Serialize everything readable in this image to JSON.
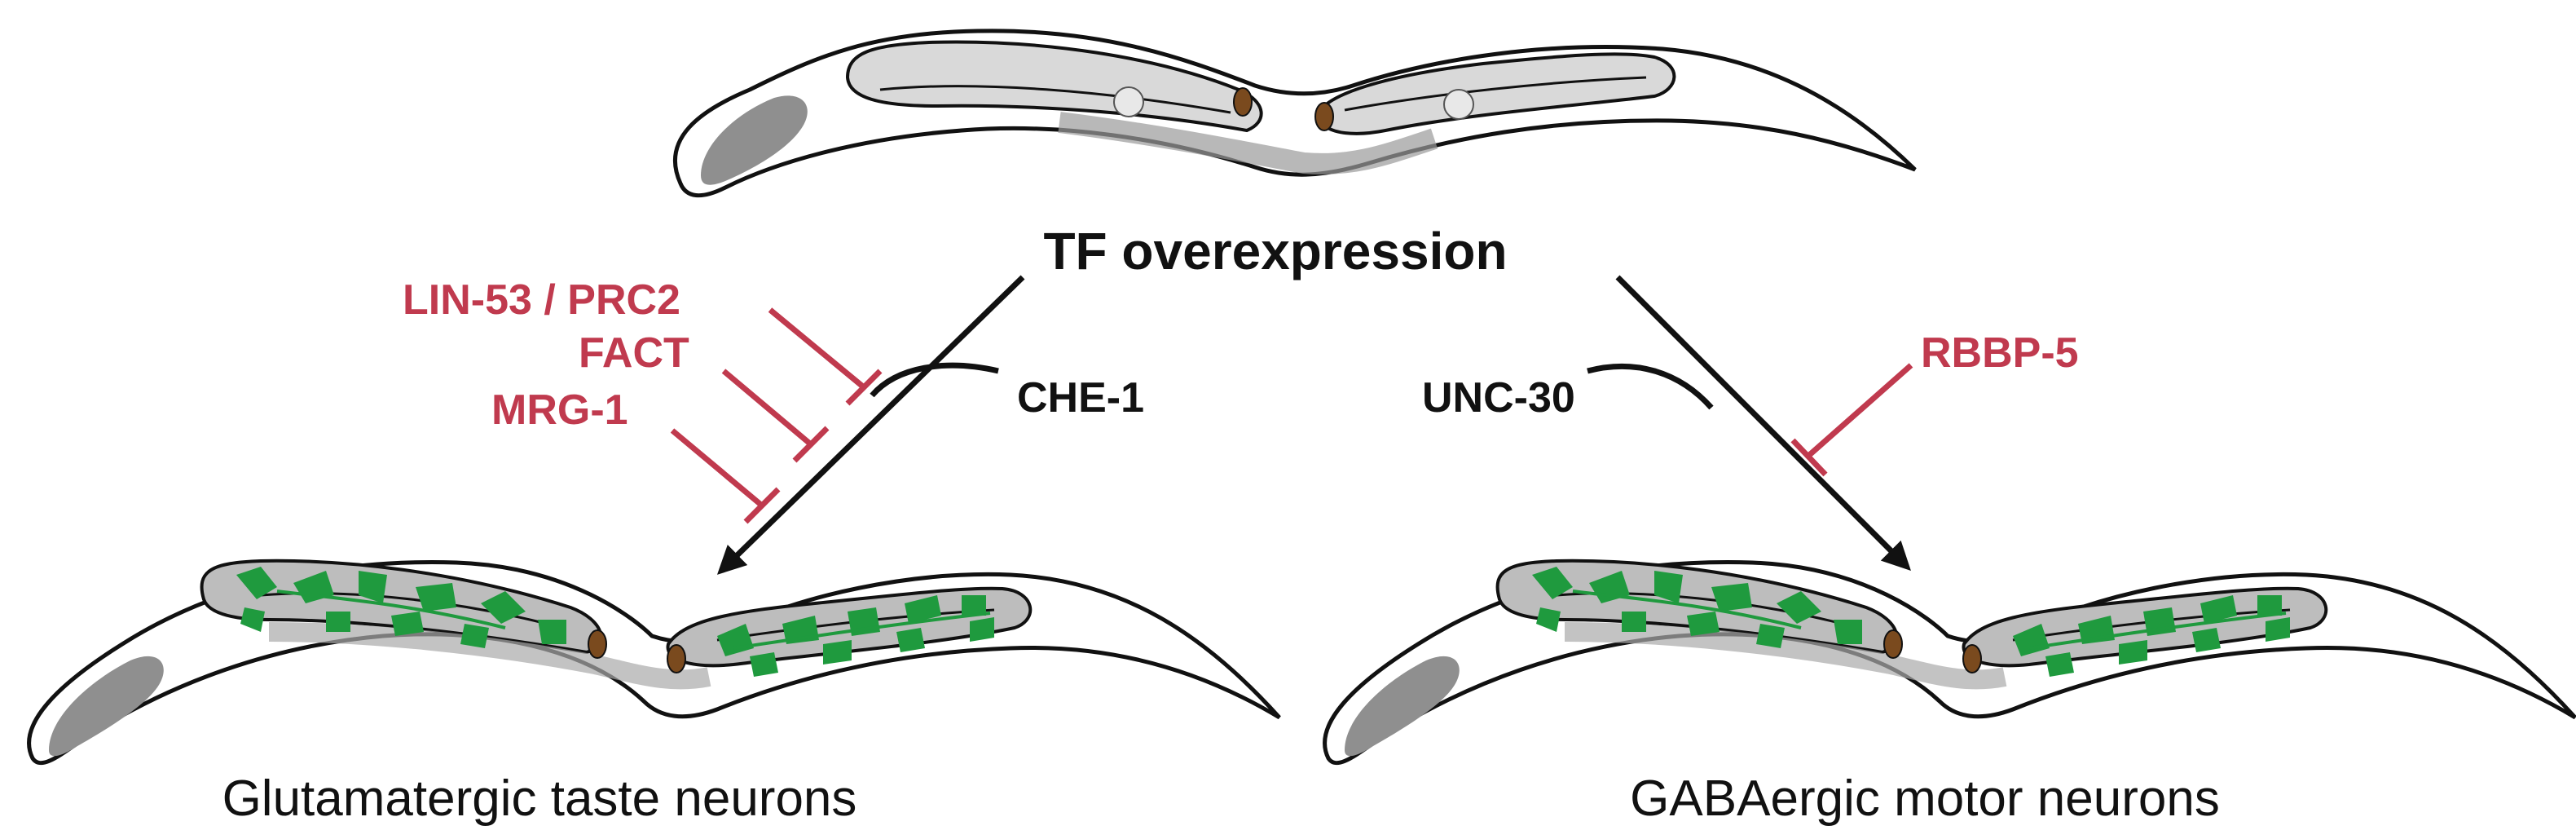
{
  "labels": {
    "trigger": "TF overexpression",
    "left_factor": "CHE-1",
    "right_factor": "UNC-30",
    "left_inhibitors": [
      "LIN-53 / PRC2",
      "FACT",
      "MRG-1"
    ],
    "right_inhibitor": "RBBP-5",
    "left_outcome": "Glutamatergic taste neurons",
    "right_outcome": "GABAergic motor neurons"
  },
  "colors": {
    "inhibitor": "#c03a4e",
    "neuron": "#1f9a3e",
    "gonad_gray": "#bdbdbd",
    "pharynx_gray": "#8f8f8f",
    "outline": "#111111",
    "spermatheca": "#7a4a1e"
  }
}
